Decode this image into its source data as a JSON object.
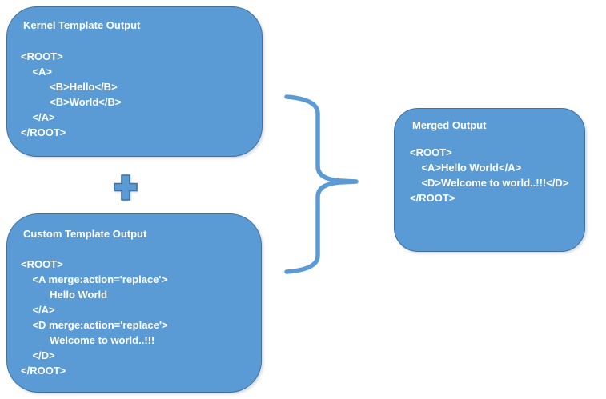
{
  "boxes": {
    "kernel": {
      "title": "Kernel Template Output",
      "lines": [
        "<ROOT>",
        "    <A>",
        "          <B>Hello</B>",
        "          <B>World</B>",
        "    </A>",
        "</ROOT>"
      ]
    },
    "custom": {
      "title": "Custom Template Output",
      "lines": [
        "<ROOT>",
        "    <A merge:action='replace'>",
        "          Hello World",
        "    </A>",
        "    <D merge:action='replace'>",
        "          Welcome to world..!!!",
        "    </D>",
        "</ROOT>"
      ]
    },
    "merged": {
      "title": "Merged Output",
      "lines": [
        "<ROOT>",
        "    <A>Hello World</A>",
        "    <D>Welcome to world..!!!</D>",
        "</ROOT>"
      ]
    }
  },
  "icons": {
    "plus": "plus-icon",
    "brace": "right-curly-brace-icon"
  },
  "colors": {
    "shape_fill": "#5B9BD5",
    "shape_border": "#41719C",
    "text": "#FFFFFF",
    "canvas_background": "#FFFFFF"
  }
}
